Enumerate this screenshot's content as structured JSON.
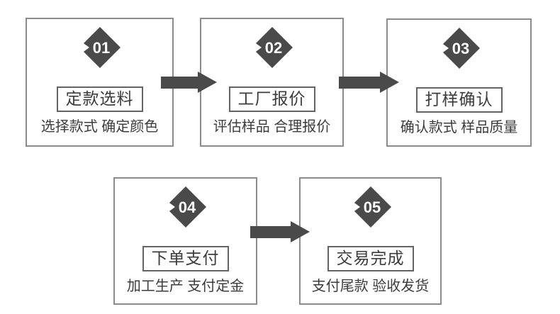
{
  "diagram": {
    "description": "5-step order process flow",
    "background": "#ffffff"
  },
  "colors": {
    "badge_fill": "#4a4a4a",
    "badge_number": "#ffffff",
    "arrow": "#4a4a4a",
    "outer_box_border": "#8c8c8c",
    "title_box_border": "#646464",
    "text": "#3c3c3c"
  },
  "steps": [
    {
      "number": "01",
      "title": "定款选料",
      "subtitle": "选择款式 确定颜色"
    },
    {
      "number": "02",
      "title": "工厂报价",
      "subtitle": "评估样品 合理报价"
    },
    {
      "number": "03",
      "title": "打样确认",
      "subtitle": "确认款式 样品质量"
    },
    {
      "number": "04",
      "title": "下单支付",
      "subtitle": "加工生产 支付定金"
    },
    {
      "number": "05",
      "title": "交易完成",
      "subtitle": "支付尾款 验收发货"
    }
  ]
}
